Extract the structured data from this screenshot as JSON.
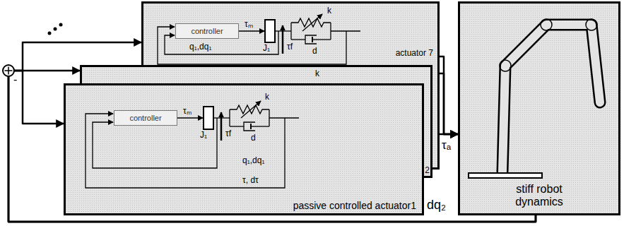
{
  "diagram": {
    "nodes": [
      {
        "text": [
          "actuator 7"
        ]
      },
      {
        "text": [
          "controller"
        ],
        "in": 0
      },
      {
        "text": [
          "2"
        ]
      },
      {
        "text": [
          "passive controlled actuator1"
        ]
      },
      {
        "text": [
          "controller"
        ],
        "in": 3
      },
      {
        "text": [
          "stiff robot dynamics"
        ]
      }
    ],
    "edges": [
      {
        "from": 0,
        "to": 5,
        "arrow": "to"
      },
      {
        "from": 2,
        "to": 5,
        "arrow": "to"
      },
      {
        "from": 3,
        "to": 5,
        "arrow": "to"
      },
      {
        "from": 5,
        "to": 0,
        "arrow": "to"
      },
      {
        "from": 5,
        "to": 2,
        "arrow": "to"
      },
      {
        "from": 5,
        "to": 3,
        "arrow": "to"
      }
    ],
    "labels": [
      "τₘ",
      "J₁",
      "τf",
      "k",
      "d",
      "q₁,dq₁",
      "k",
      "τₘ",
      "J₁",
      "τf",
      "k",
      "d",
      "q₁,dq₁",
      "τ, dτ",
      "τₐ",
      "dq₂",
      "-"
    ]
  }
}
